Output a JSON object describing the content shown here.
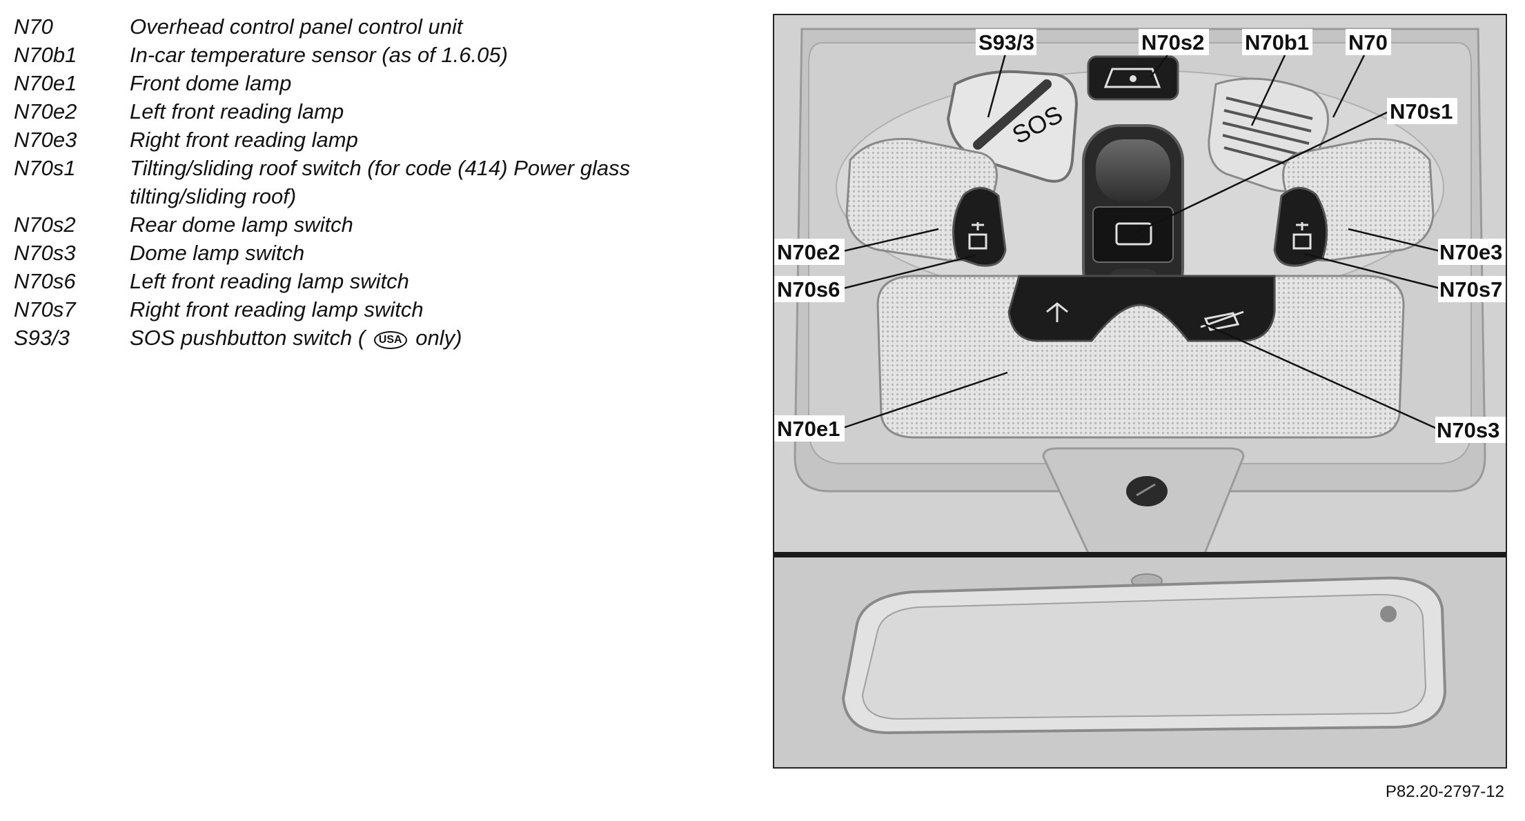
{
  "legend": [
    {
      "code": "N70",
      "description": "Overhead control panel control unit"
    },
    {
      "code": "N70b1",
      "description": "In-car temperature sensor (as of 1.6.05)"
    },
    {
      "code": "N70e1",
      "description": "Front dome lamp"
    },
    {
      "code": "N70e2",
      "description": "Left front reading lamp"
    },
    {
      "code": "N70e3",
      "description": "Right front reading lamp"
    },
    {
      "code": "N70s1",
      "description": "Tilting/sliding roof switch (for code (414) Power glass",
      "description_cont": "tilting/sliding roof)"
    },
    {
      "code": "N70s2",
      "description": "Rear dome lamp switch"
    },
    {
      "code": "N70s3",
      "description": "Dome lamp switch"
    },
    {
      "code": "N70s6",
      "description": "Left front reading lamp switch"
    },
    {
      "code": "N70s7",
      "description": "Right front reading lamp switch"
    },
    {
      "code": "S93/3",
      "description_before": "SOS pushbutton switch (",
      "badge": "USA",
      "description_after": "only)"
    }
  ],
  "figure": {
    "sos_label": "SOS",
    "callouts": {
      "s93_3": "S93/3",
      "n70s2": "N70s2",
      "n70b1": "N70b1",
      "n70": "N70",
      "n70s1": "N70s1",
      "n70e2": "N70e2",
      "n70s6": "N70s6",
      "n70e3": "N70e3",
      "n70s7": "N70s7",
      "n70e1": "N70e1",
      "n70s3": "N70s3"
    }
  },
  "reference": "P82.20-2797-12",
  "colors": {
    "background": "#ffffff",
    "panel": "#d4d4d4",
    "switch": "#1a1a1a",
    "text": "#111111"
  }
}
